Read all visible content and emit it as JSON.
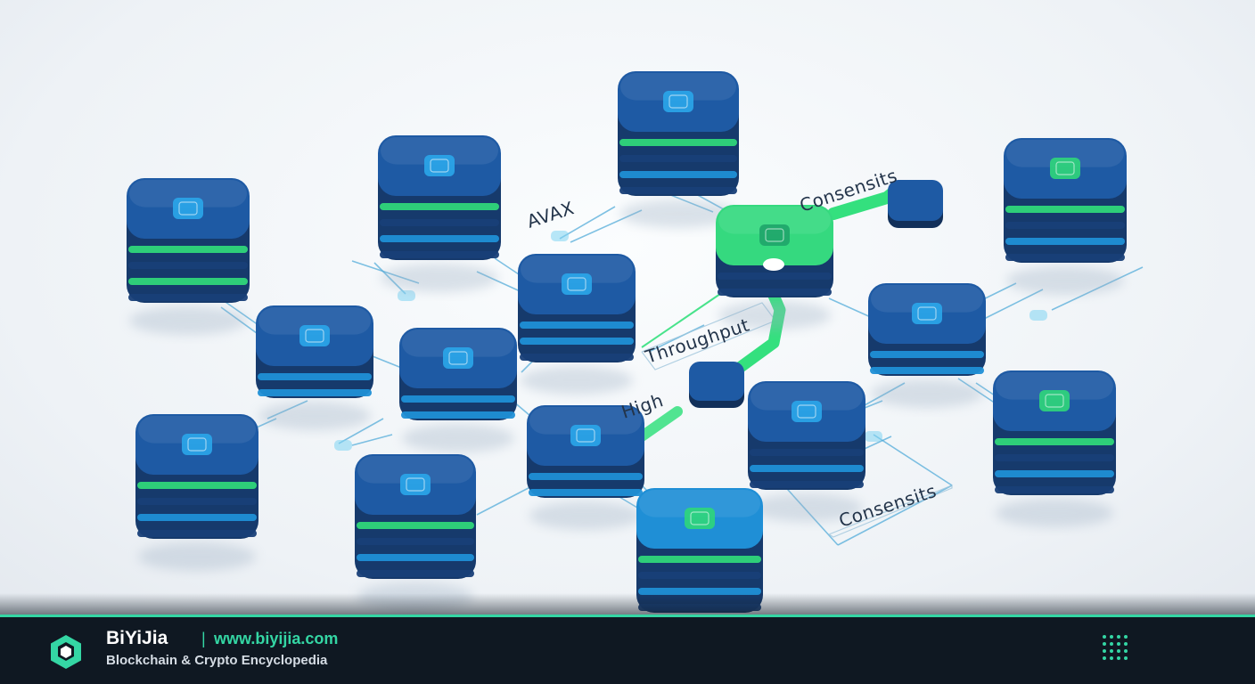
{
  "diagram": {
    "labels": {
      "avax": "AVAX",
      "consensus_top": "Consensits",
      "throughput": "Throughput",
      "high": "High",
      "consensus_bottom": "Consensits"
    },
    "colors": {
      "node_blue": "#1c5aa6",
      "node_cyan": "#1fa4e8",
      "node_green": "#2fd67a",
      "highlight_green": "#34e07e",
      "connector_line": "#4aa8d8",
      "background": "#f1f4f8"
    }
  },
  "footer": {
    "brand_name": "BiYiJia",
    "separator": "|",
    "url": "www.biyijia.com",
    "tagline": "Blockchain & Crypto Encyclopedia",
    "logo_icon": "hexagon-cube-icon",
    "menu_icon": "dots-grid-icon",
    "accent_color": "#34d6a4",
    "background_color": "#0f1822"
  }
}
